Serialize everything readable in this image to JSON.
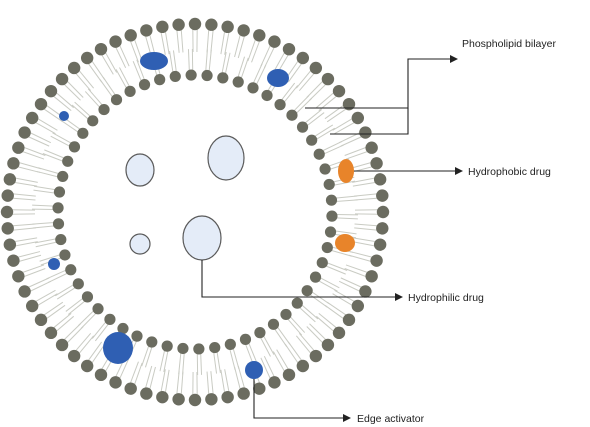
{
  "labels": {
    "phospholipid_bilayer": "Phospholipid bilayer",
    "hydrophobic_drug": "Hydrophobic drug",
    "hydrophilic_drug": "Hydrophilic drug",
    "edge_activator": "Edge activator"
  },
  "colors": {
    "lipid_head": "#6b6c60",
    "lipid_tail": "#c9cbc3",
    "edge_activator": "#2f5fb3",
    "hydrophobic_drug": "#e8842a",
    "hydrophilic_drug_fill": "#e4ecf8",
    "hydrophilic_drug_stroke": "#5a5a5a",
    "arrow": "#222222"
  },
  "icons": {
    "arrowhead": "right-pointing triangle"
  }
}
